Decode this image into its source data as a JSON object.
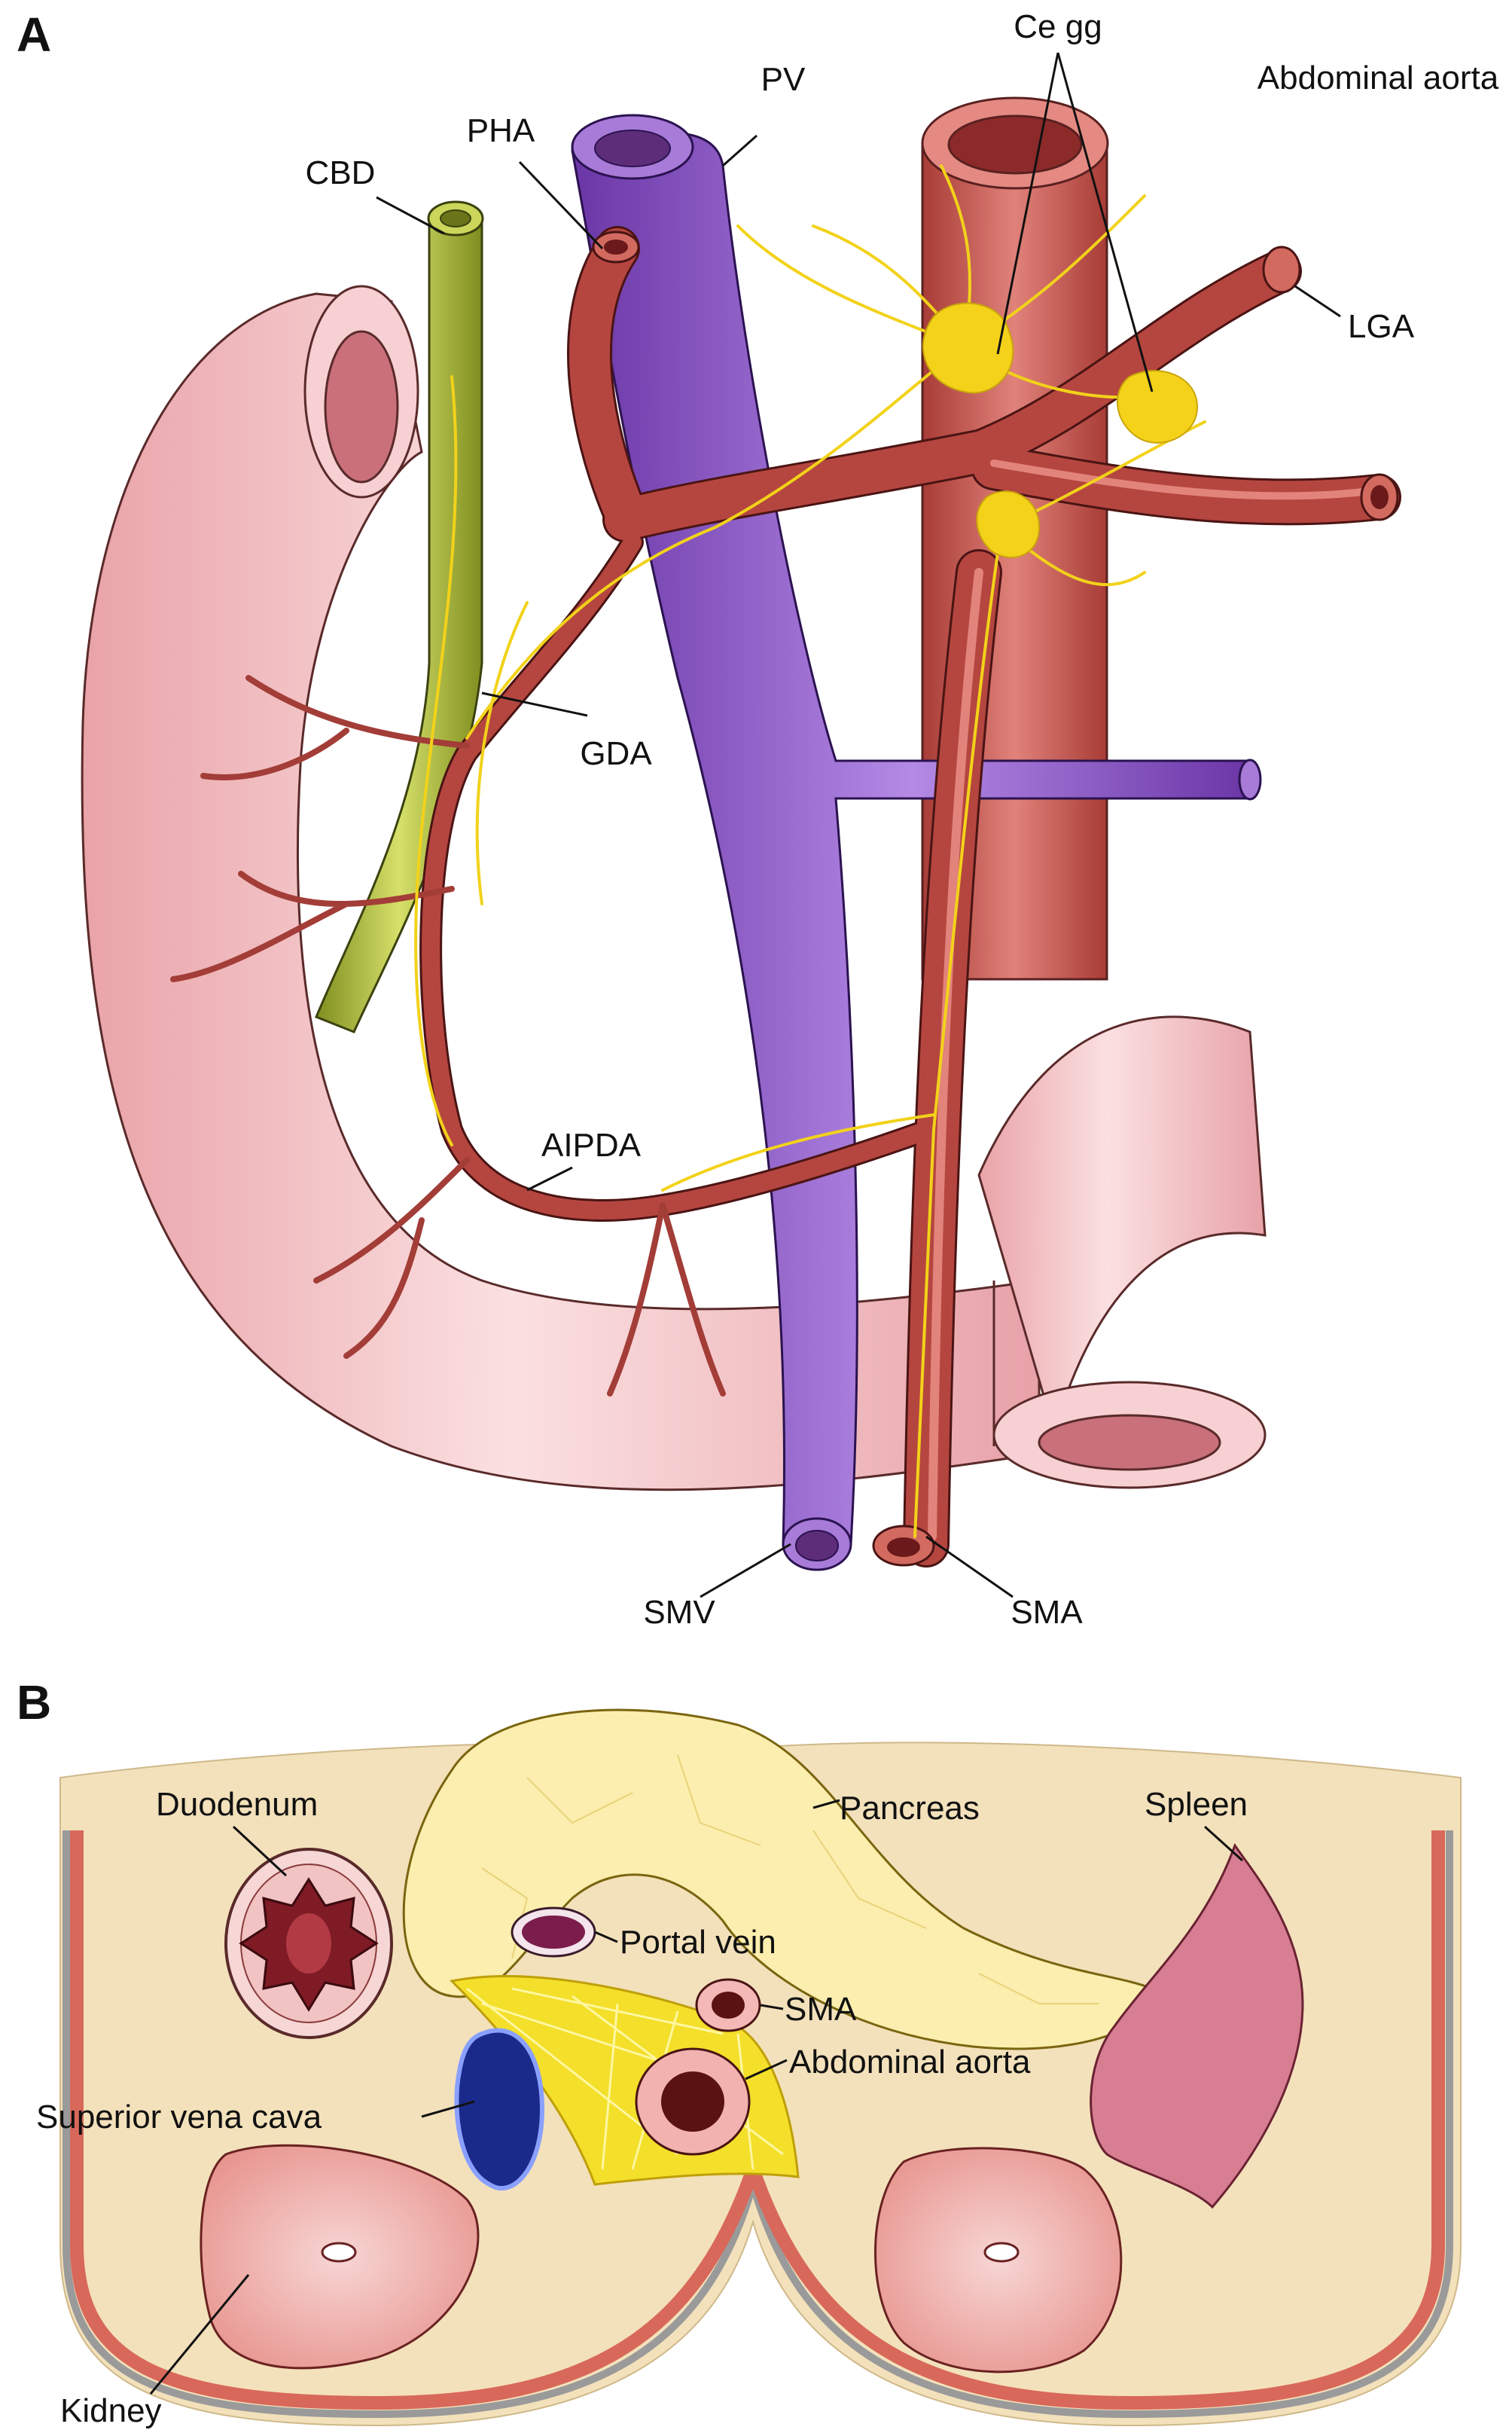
{
  "panel_a": {
    "letter": "A",
    "labels": {
      "ce_gg": "Ce gg",
      "abdominal_aorta": "Abdominal aorta",
      "pv": "PV",
      "pha": "PHA",
      "cbd": "CBD",
      "lga": "LGA",
      "gda": "GDA",
      "aipda": "AIPDA",
      "smv": "SMV",
      "sma": "SMA"
    }
  },
  "panel_b": {
    "letter": "B",
    "labels": {
      "pancreas": "Pancreas",
      "duodenum": "Duodenum",
      "spleen": "Spleen",
      "portal_vein": "Portal vein",
      "sma": "SMA",
      "superior_vena_cava": "Superior vena cava",
      "abdominal_aorta": "Abdominal aorta",
      "kidney": "Kidney"
    }
  },
  "colors": {
    "duodenum": "#f4c7c9",
    "cbd": "#a9b83a",
    "portal_vein": "#8a55c7",
    "artery": "#b5463f",
    "aorta": "#d2665c",
    "nerve": "#f2d21a",
    "body_background": "#f3e1bb",
    "pancreas": "#fbeeae",
    "spleen": "#d77e93",
    "vena_cava": "#1a2a8a",
    "kidney": "#f2b7b4"
  }
}
